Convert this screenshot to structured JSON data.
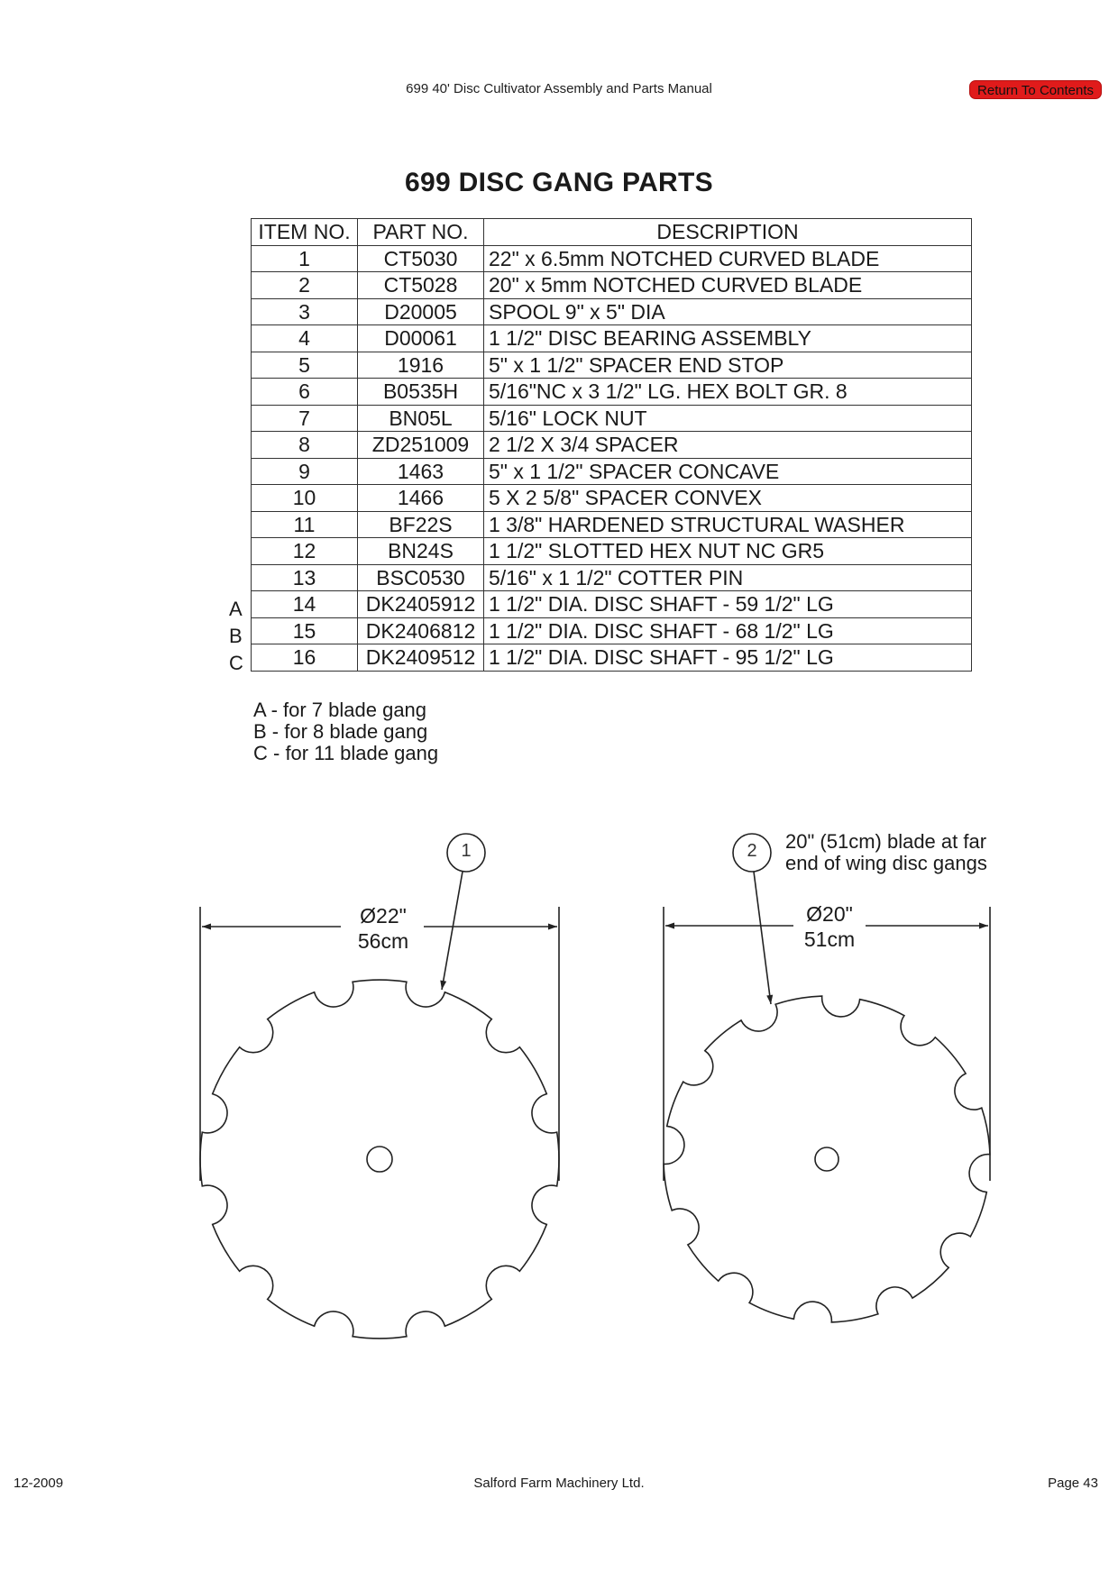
{
  "header": {
    "manual_title": "699 40' Disc Cultivator Assembly and Parts Manual",
    "return_label": "Return To Contents"
  },
  "page_title": "699 DISC GANG PARTS",
  "table": {
    "headers": [
      "ITEM NO.",
      "PART NO.",
      "DESCRIPTION"
    ],
    "rows": [
      {
        "marker": "",
        "item": "1",
        "part": "CT5030",
        "desc": "22\" x 6.5mm NOTCHED CURVED BLADE"
      },
      {
        "marker": "",
        "item": "2",
        "part": "CT5028",
        "desc": "20\" x 5mm NOTCHED CURVED BLADE"
      },
      {
        "marker": "",
        "item": "3",
        "part": "D20005",
        "desc": "SPOOL 9\" x 5\" DIA"
      },
      {
        "marker": "",
        "item": "4",
        "part": "D00061",
        "desc": "1 1/2\" DISC BEARING ASSEMBLY"
      },
      {
        "marker": "",
        "item": "5",
        "part": "1916",
        "desc": "5\" x 1 1/2\" SPACER END STOP"
      },
      {
        "marker": "",
        "item": "6",
        "part": "B0535H",
        "desc": "5/16\"NC x 3 1/2\" LG. HEX BOLT GR. 8"
      },
      {
        "marker": "",
        "item": "7",
        "part": "BN05L",
        "desc": "5/16\" LOCK NUT"
      },
      {
        "marker": "",
        "item": "8",
        "part": "ZD251009",
        "desc": "2 1/2 X 3/4 SPACER"
      },
      {
        "marker": "",
        "item": "9",
        "part": "1463",
        "desc": "5\" x 1 1/2\" SPACER CONCAVE"
      },
      {
        "marker": "",
        "item": "10",
        "part": "1466",
        "desc": "5 X 2 5/8\" SPACER CONVEX"
      },
      {
        "marker": "",
        "item": "11",
        "part": "BF22S",
        "desc": "1 3/8\" HARDENED STRUCTURAL WASHER"
      },
      {
        "marker": "",
        "item": "12",
        "part": "BN24S",
        "desc": "1 1/2\" SLOTTED HEX NUT NC GR5"
      },
      {
        "marker": "",
        "item": "13",
        "part": "BSC0530",
        "desc": "5/16\" x 1 1/2\" COTTER PIN"
      },
      {
        "marker": "A",
        "item": "14",
        "part": "DK2405912",
        "desc": "1 1/2\" DIA. DISC SHAFT - 59 1/2\" LG"
      },
      {
        "marker": "B",
        "item": "15",
        "part": "DK2406812",
        "desc": "1 1/2\" DIA. DISC SHAFT - 68 1/2\" LG"
      },
      {
        "marker": "C",
        "item": "16",
        "part": "DK2409512",
        "desc": "1 1/2\" DIA. DISC SHAFT - 95 1/2\" LG"
      }
    ]
  },
  "notes": [
    "A - for 7 blade gang",
    "B - for 8 blade gang",
    "C - for 11 blade gang"
  ],
  "drawing": {
    "blade1": {
      "callout": "1",
      "dia": "Ø22\"",
      "metric": "56cm"
    },
    "blade2": {
      "callout": "2",
      "dia": "Ø20\"",
      "metric": "51cm",
      "note_line1": "20\" (51cm) blade at far",
      "note_line2": "end of wing disc gangs"
    }
  },
  "footer": {
    "date": "12-2009",
    "company": "Salford Farm Machinery Ltd.",
    "page": "Page 43"
  }
}
